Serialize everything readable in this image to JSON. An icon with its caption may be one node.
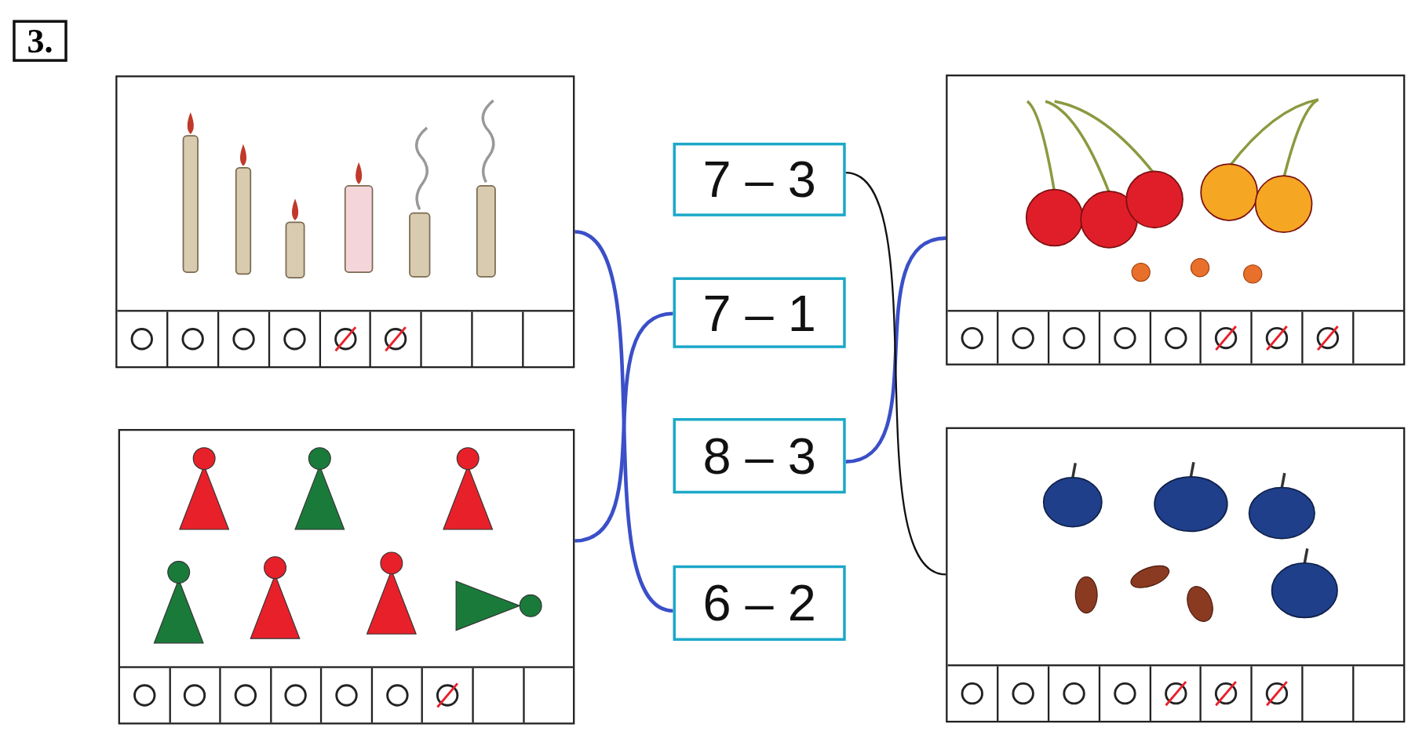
{
  "diagram": {
    "nodes": [
      {
        "text": [],
        "shape": "picture"
      },
      {
        "text": [],
        "shape": "picture"
      },
      {
        "text": [
          "7 – 3"
        ]
      },
      {
        "text": [
          "7 – 1"
        ]
      },
      {
        "text": [
          "8 – 3"
        ]
      },
      {
        "text": [
          "6 – 2"
        ]
      },
      {
        "text": [],
        "shape": "picture"
      },
      {
        "text": [],
        "shape": "picture"
      }
    ],
    "edges": [
      {
        "from": 0,
        "to": 5,
        "arrow": "none"
      },
      {
        "from": 1,
        "to": 3,
        "arrow": "none"
      },
      {
        "from": 6,
        "to": 4,
        "arrow": "none"
      },
      {
        "from": 2,
        "to": 7,
        "arrow": "none",
        "color": "#111111"
      }
    ],
    "labels": [
      "3."
    ]
  }
}
